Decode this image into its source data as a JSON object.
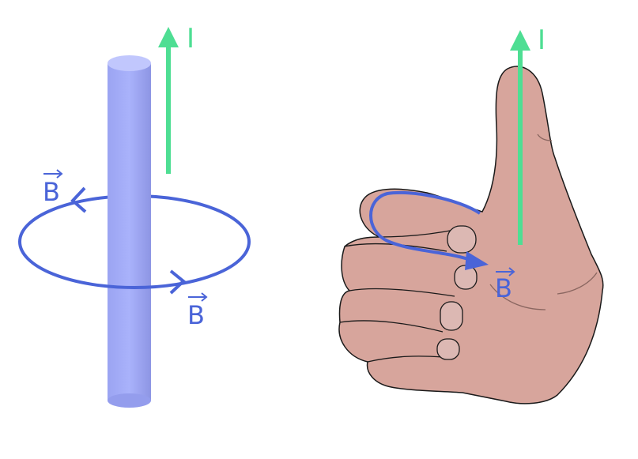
{
  "labels": {
    "current_left": "I",
    "field_left_top": "B",
    "field_left_bottom": "B",
    "current_right": "I",
    "field_right": "B"
  },
  "colors": {
    "current": "#4ede93",
    "field": "#4a64d8",
    "wire": "#a5aef7",
    "skin": "#d7a59c",
    "outline": "#1a1a1a"
  }
}
